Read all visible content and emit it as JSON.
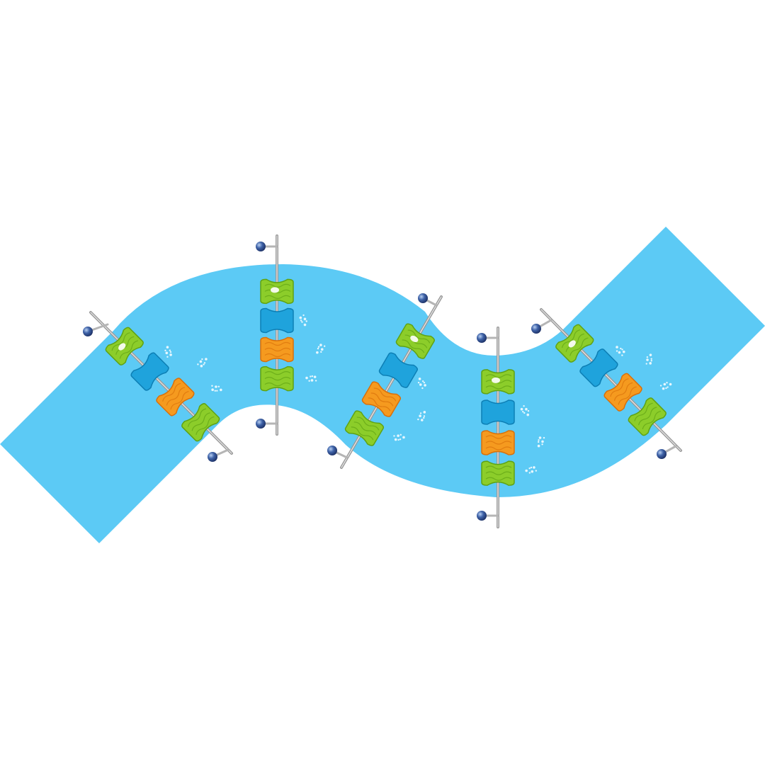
{
  "colors": {
    "background": "#ffffff",
    "channel": "#5ccaf5",
    "float_green": "#8ccd2a",
    "float_green_dark": "#5fa214",
    "float_blue": "#1fa3dc",
    "float_blue_dark": "#0d7fb5",
    "float_orange": "#f59a1f",
    "float_orange_dark": "#d9700a",
    "rod": "#a9a9a9",
    "rod_highlight": "#e6e6e6",
    "bracket_ball": "#2a4a8c",
    "bracket_ball_light": "#8fb3e8",
    "splash": "#ffffff"
  },
  "icons": {
    "float_piece": "dog-bone-float-icon",
    "bracket": "wall-anchor-icon",
    "splash": "water-splash-icon"
  },
  "stations": [
    {
      "id": "station-1",
      "floats": [
        "green",
        "blue",
        "orange",
        "green"
      ]
    },
    {
      "id": "station-2",
      "floats": [
        "green",
        "blue",
        "orange",
        "green"
      ]
    },
    {
      "id": "station-3",
      "floats": [
        "green",
        "blue",
        "orange",
        "green"
      ]
    },
    {
      "id": "station-4",
      "floats": [
        "green",
        "blue",
        "orange",
        "green"
      ]
    },
    {
      "id": "station-5",
      "floats": [
        "green",
        "blue",
        "orange",
        "green"
      ]
    }
  ]
}
